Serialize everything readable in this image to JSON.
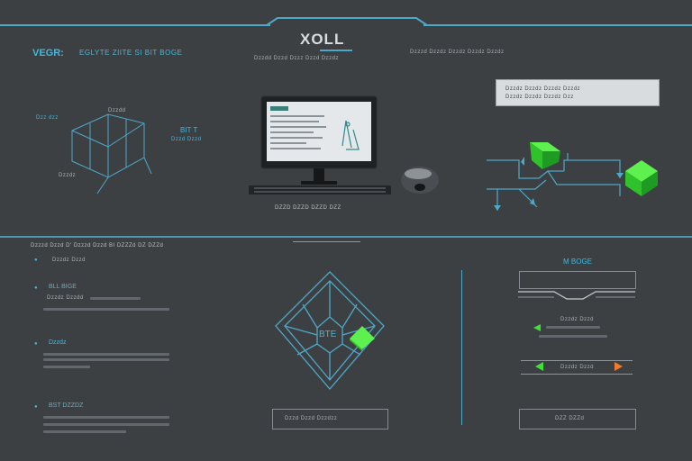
{
  "header": {
    "logo_text": "XOLL",
    "left_title": "VEGR:",
    "left_subtitle": "EGLYTE  ZIITE  SI  BIT  BOGE",
    "center_subtitle": "Dzzdd  Dzzd  Dzzz  Dzzd  Dzzdz",
    "right_subtitle": "Dzzzd  Dzzdz  Dzzdz Dzzdz  Dzzdz"
  },
  "top_left_panel": {
    "label_1": "Dzz dzz",
    "label_2": "Dzzdd",
    "label_3": "Dzzdz",
    "side_label_1": "BIT  T",
    "side_label_2": "Dzzd  Dzzd"
  },
  "computer_caption": "DZZD  DZZD    DZZD  DZZ",
  "top_right_box_lines": [
    "Dzzdz Dzzdz Dzzdz Dzzdz",
    "Dzzdz Dzzdz Dzzdz Dzz"
  ],
  "section_divider_text": "Dzzzd  Dzzd  D'  Dzzzd  Dzzd  BI  DZZZd  DZ  DZZd",
  "left_column": {
    "item_1": "Dzzdz Dzzd",
    "heading_2": "BLL  BIGE",
    "item_2": "Dzzdz Dzzdd",
    "heading_3": "Dzzdz",
    "heading_4": "BST   DZZDZ"
  },
  "diamond_box_label": "Dzzd  Dzzd  Dzzdzz",
  "diamond_center_label": "BTE",
  "right_panel": {
    "title": "M BOGE",
    "item_1": "Dzzdz Dzzd",
    "item_2": "Dzzdz Dzzd",
    "bottom_box_label": "DZZ  DZZd"
  },
  "colors": {
    "background": "#3d4043",
    "accent_cyan": "#4ea8c8",
    "accent_green": "#3fe03a",
    "accent_orange": "#f07a2e"
  },
  "icons": {
    "monitor": "monitor-icon",
    "mouse": "mouse-icon",
    "cube": "cube-icon"
  }
}
